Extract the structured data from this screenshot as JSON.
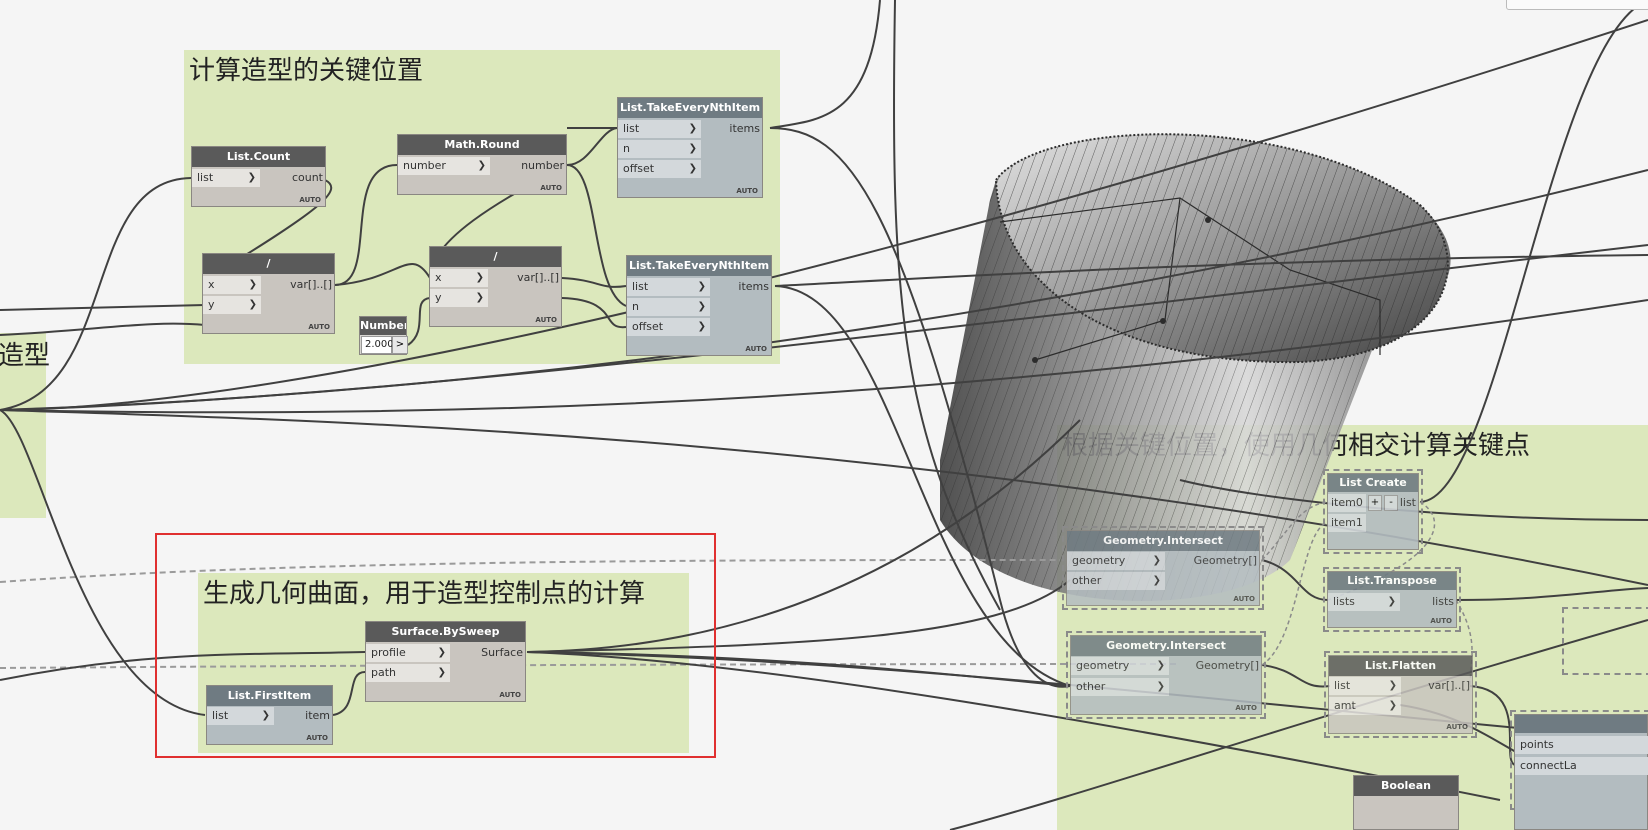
{
  "groups": {
    "key_positions": {
      "title": "计算造型的关键位置"
    },
    "left_partial": {
      "title": "造型"
    },
    "surface": {
      "title": "生成几何曲面，用于造型控制点的计算"
    },
    "intersect": {
      "title": "根据关键位置，使用几何相交计算关键点"
    }
  },
  "nodes": {
    "list_count": {
      "title": "List.Count",
      "inputs": [
        "list"
      ],
      "outputs": [
        "count"
      ],
      "lacing": "AUTO"
    },
    "math_round": {
      "title": "Math.Round",
      "inputs": [
        "number"
      ],
      "outputs": [
        "number"
      ],
      "lacing": "AUTO"
    },
    "take_nth_1": {
      "title": "List.TakeEveryNthItem",
      "inputs": [
        "list",
        "n",
        "offset"
      ],
      "outputs": [
        "items"
      ],
      "lacing": "AUTO"
    },
    "divide_1": {
      "title": "/",
      "inputs": [
        "x",
        "y"
      ],
      "outputs": [
        "var[]..[]"
      ],
      "lacing": "AUTO"
    },
    "divide_2": {
      "title": "/",
      "inputs": [
        "x",
        "y"
      ],
      "outputs": [
        "var[]..[]"
      ],
      "lacing": "AUTO"
    },
    "take_nth_2": {
      "title": "List.TakeEveryNthItem",
      "inputs": [
        "list",
        "n",
        "offset"
      ],
      "outputs": [
        "items"
      ],
      "lacing": "AUTO"
    },
    "number": {
      "title": "Number",
      "value": "2.000",
      "arrow": ">"
    },
    "surface_bysweep": {
      "title": "Surface.BySweep",
      "inputs": [
        "profile",
        "path"
      ],
      "outputs": [
        "Surface"
      ],
      "lacing": "AUTO"
    },
    "list_firstitem": {
      "title": "List.FirstItem",
      "inputs": [
        "list"
      ],
      "outputs": [
        "item"
      ],
      "lacing": "AUTO"
    },
    "list_create": {
      "title": "List Create",
      "inputs": [
        "item0",
        "item1"
      ],
      "outputs": [
        "list"
      ],
      "plus": "+",
      "minus": "-"
    },
    "geo_intersect_1": {
      "title": "Geometry.Intersect",
      "inputs": [
        "geometry",
        "other"
      ],
      "outputs": [
        "Geometry[]"
      ],
      "lacing": "AUTO"
    },
    "list_transpose": {
      "title": "List.Transpose",
      "inputs": [
        "lists"
      ],
      "outputs": [
        "lists"
      ],
      "lacing": "AUTO"
    },
    "geo_intersect_2": {
      "title": "Geometry.Intersect",
      "inputs": [
        "geometry",
        "other"
      ],
      "outputs": [
        "Geometry[]"
      ],
      "lacing": "AUTO"
    },
    "list_flatten": {
      "title": "List.Flatten",
      "inputs": [
        "list",
        "amt"
      ],
      "outputs": [
        "var[]..[]"
      ],
      "lacing": "AUTO"
    },
    "polycurve_partial": {
      "inputs": [
        "points",
        "connectLa"
      ]
    },
    "boolean": {
      "title": "Boolean"
    }
  },
  "colors": {
    "canvas": "#f5f5f5",
    "group_fill": "#d5e4a8",
    "wire": "#404040",
    "selection": "#e03030"
  }
}
